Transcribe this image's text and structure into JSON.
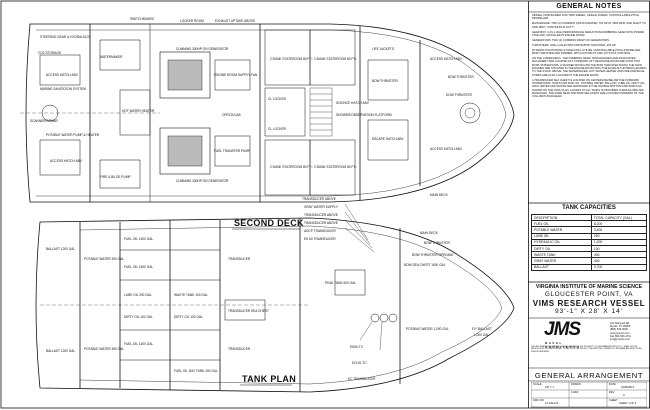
{
  "drawing": {
    "second_deck_title": "SECOND DECK",
    "tank_plan_title": "TANK PLAN",
    "second_deck_labels": [
      "STEERING GEAR & HYDRAULICS",
      "CO2 STORAGE",
      "ACCESS HATCH ABV",
      "MARINE SANITATION SYSTEM",
      "SCANNER/SONAR",
      "POTABLE WATER PUMP & HEATER",
      "ACCESS HATCH ABV",
      "SWITCHBOARD",
      "LOCKER ROOM",
      "EXHAUST UPTAKE ABOVE",
      "CUMMINS 300HP ON GENERATOR",
      "CUMMINS 300HP ON GENERATOR",
      "2 BUNK STATEROOM 80 FT²",
      "2 BUNK STATEROOM 80 FT²",
      "2 BUNK STATEROOM 80 FT²",
      "2 BUNK STATEROOM 80 FT²",
      "CL LOCKER",
      "CL LOCKER",
      "SCIENCE HATCH ABV",
      "SHOWER/OBSERVATION FLATFORM",
      "BOW THRUSTER",
      "ESCAPE HATCH ABV",
      "ACCESS HATCH ABV",
      "WATERMAKER",
      "FIRE & BILGE PUMP",
      "ENGINE ROOM SUPPLY FAN",
      "FUEL TRANSFER PUMP",
      "HOT WATER HEATER",
      "OFFICE/LAB",
      "MAIN DECK",
      "BOW THRUSTER",
      "ACCESS HATCH ABV",
      "LIFE JACKETS",
      "DOW THRUSTER"
    ],
    "tank_plan_labels": [
      "BALLAST 1200 GAL",
      "BALLAST 1200 GAL",
      "POTABLE WATER 350 GAL",
      "POTABLE WATER 350 GAL",
      "FUEL OIL 1400 GAL",
      "FUEL OIL 1400 GAL",
      "LUBE OIL 230 GAL",
      "FUEL OIL 1400 GAL",
      "DIRTY OIL 100 GAL",
      "DIRTY OIL 100 GAL",
      "WASTE TANK 100 GAL",
      "FUEL OIL DAY TANK 400 GAL",
      "TRANSDUCER SEA CHEST",
      "TRANSDUCER",
      "TRANSDUCER",
      "TRANSDUCER ABOVE",
      "GRAY WATER SUPPLY",
      "TRANSDUCER ABOVE",
      "TRANSDUCER ABOVE",
      "ADCP TRANSDUCER",
      "EK 60 TRANSDUCER",
      "MAIN DECK",
      "BOW THRUSTER",
      "BOW THRUSTER OPENING",
      "BOW SEA CHEST 1500 GAL",
      "EK60-TC",
      "ECHO-TC",
      "EC TRANSDUCER",
      "PEAK TANK 600 GAL",
      "POTABLE WATER 1,000 GAL",
      "F.P. BALLAST",
      "1,000 GAL"
    ]
  },
  "general_notes": {
    "title": "GENERAL NOTES",
    "paragraphs": [
      "VESSEL CONFIGURED FOR TWIN DIESEL, SINGLE SCREW, CONTROLLABLE PITCH PROPELLER.",
      "MAIN ENGINE: TWO (2) CUMMINS QSK19 M-RATED, 700 HP AT 1800 RPM, AND SHAFT TO 1800 RPM, \"CONTINUOUS DUTY\".",
      "GEAR BOX: 2-IN-1 HIGH PERFORMANCE REDUCTION/COMBINING GEAR WITH POWER TAKE-OFF, INSTALLED IN ENGINE ROOM.",
      "GENERATORS: TWO (2) CUMMINS 300HP ON GENERATORS.",
      "THRUSTERS: ONE (1) ELECTRIC DRIVE BOW THRUSTER, 200 HP.",
      "DYNAMIC POSITIONING SYSTEM WILL UTILIZE CONTROLLABLE PITCH PROPELLER, BOW THRUSTER AND RUDDER, WITH AUTOPILOT AND JOYSTICK CONTROL.",
      "ON THE LOWER DECK, THE STEERING GEAR, MAIN ENGINES AND ASSOCIATED MACHINERY ARE LOCATED AFT. FORWARD OF THE ENGINE ROOM ARE FOUR TWO BUNK STATEROOMS, A SHOWER ROOM AND THE BOW THRUSTER ROOM. THE MAIN ENGINES ARE SITUATED IN THE ENGINE ROOM WITH THE EXHAUST UPTAKES LEADING TO THE STACK ABOVE. THE WATERMAKER, HOT WATER HEATER AND FIRE AND BILGE PUMPS ARE ALSO LOCATED IN THE ENGINE ROOM.",
      "A TRANSDUCER SEA CHEST IS LOCATED ON CENTERLINE BELOW THE FORWARD STATEROOMS. TANKS FOR FUEL OIL, POTABLE WATER, BALLAST, LUBE OIL, DIRTY OIL, GRAY WATER AND WASTE ARE ARRANGED IN THE DOUBLE BOTTOM AND WINGS AS SHOWN ON THE TANK PLAN. ACCESS TO ALL TANKS IS PROVIDED THROUGH BOLTED MANHOLES. THE FORE PEAK AND BOW SEA CHEST ARE LOCATED FORWARD OF THE COLLISION BULKHEAD."
    ]
  },
  "tank_capacities": {
    "title": "TANK CAPACITIES",
    "header": [
      "DESCRIPTION",
      "TOTAL CAPACITY (GAL)"
    ],
    "rows": [
      [
        "FUEL OIL",
        "8,200"
      ],
      [
        "POTABLE WATER",
        "3,400"
      ],
      [
        "LUBE OIL",
        "250"
      ],
      [
        "HYDRAULIC OIL",
        "1,200"
      ],
      [
        "DIRTY OIL",
        "100"
      ],
      [
        "WASTE TANK",
        "400"
      ],
      [
        "GRAY WATER",
        "400"
      ],
      [
        "BALLAST",
        "3,700"
      ]
    ]
  },
  "title_block": {
    "organization": "VIRGINIA INSTITUTE OF MARINE SCIENCE",
    "location": "GLOUCESTER POINT, VA",
    "vessel": "VIMS RESEARCH VESSEL",
    "dimensions": "93'-1\" X 28' X 14'",
    "logo_text": "JMS",
    "logo_subtitle": "NAVAL ARCHITECTS",
    "address_lines": [
      "110 Shipyard Rd",
      "Mystic, CT 06355",
      "(860) 536-0009",
      "www.jmsnet.com",
      "Fax 860-536-4711",
      "jms@jmsnet.com"
    ],
    "fine_print": "THE INFORMATION CONTAINED IN THIS DRAWING IS THE PROPERTY OF JMS NAVAL ARCHITECTS. IT SHALL NOT BE REPRODUCED OR USED FOR ANY OTHER PURPOSE WITHOUT THE WRITTEN CONSENT OF JMS NAVAL ARCHITECTS. ALL RIGHTS RESERVED.",
    "drawing_title": "GENERAL ARRANGEMENT",
    "grid": {
      "scale_label": "SCALE",
      "scale_value": "1/8\" = 1'",
      "drawn_label": "DRAWN",
      "checked_label": "CHKD",
      "date_label": "DATE",
      "date_value": "01/25/2013",
      "dwg_label": "DWG NO",
      "dwg_value": "12-149-210",
      "rev_label": "REV",
      "rev_value": "A",
      "sheet_label": "SHEET",
      "sheet_value": "SHEET 1 OF 3"
    }
  }
}
